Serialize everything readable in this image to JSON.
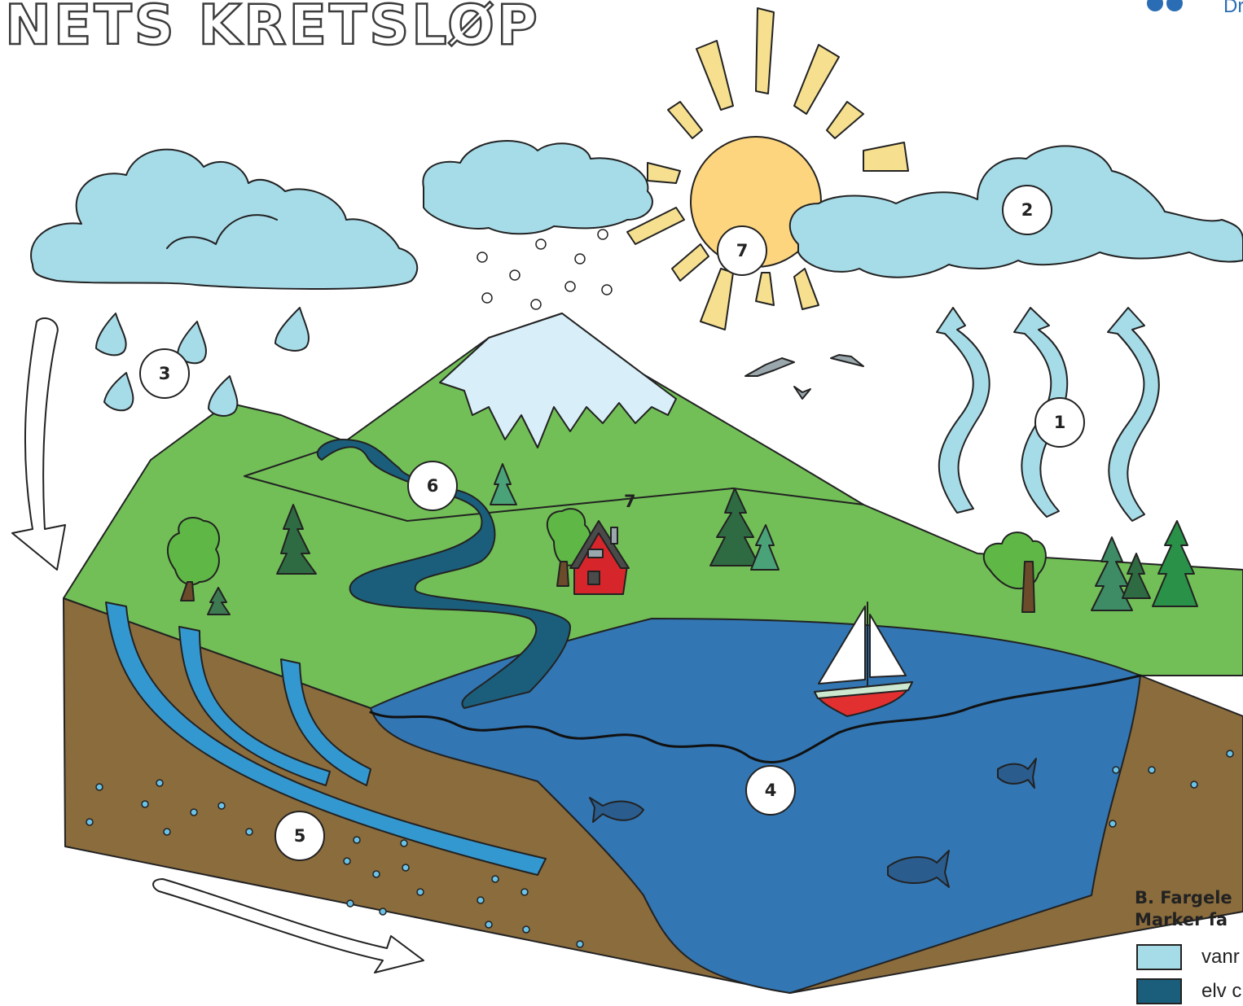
{
  "header": {
    "title": "NETS KRETSLØP",
    "corner_text": "Dr"
  },
  "labels": {
    "evaporation": "1",
    "condensation": "2",
    "precipitation": "3",
    "lake": "4",
    "groundwater": "5",
    "river": "6",
    "sun": "7",
    "house": "7"
  },
  "task": {
    "line1": "B. Fargele",
    "line2": "Marker fa"
  },
  "legend": [
    {
      "label": "vanr",
      "color": "#a6dbe8"
    },
    {
      "label": "elv c",
      "color": "#1b5e7b"
    }
  ],
  "colors": {
    "cloud": "#a6dbe8",
    "sun": "#fdd57e",
    "ray": "#f6e08f",
    "grass": "#72bf57",
    "soil": "#8a6c3d",
    "lake": "#3276b3",
    "river": "#1b5e7b",
    "groundwater": "#3498d0",
    "snow": "#d8eef8",
    "house": "#d6262b"
  }
}
